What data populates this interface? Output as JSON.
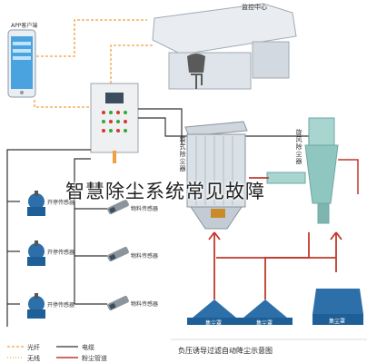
{
  "phone": {
    "app_label": "APP客户端"
  },
  "control_center": {
    "label": "监控中心"
  },
  "overlay": {
    "title": "智慧除尘系统常见故障"
  },
  "sensors": {
    "pressure_label": "开停传感器",
    "material_label": "物料传感器"
  },
  "hoods": {
    "label": "集尘罩"
  },
  "equipment": {
    "filter_label": "袋式除尘器",
    "cyclone_label": "旋风除尘器"
  },
  "legend": {
    "optical": "光纤",
    "wireless": "无线",
    "cable": "电缆",
    "duct": "粉尘管道"
  },
  "caption": "负压诱导过滤自动降尘示意图",
  "colors": {
    "optical": "#f0a040",
    "duct": "#c0392b",
    "cable": "#333333",
    "equipment": "#2d6fa8"
  }
}
